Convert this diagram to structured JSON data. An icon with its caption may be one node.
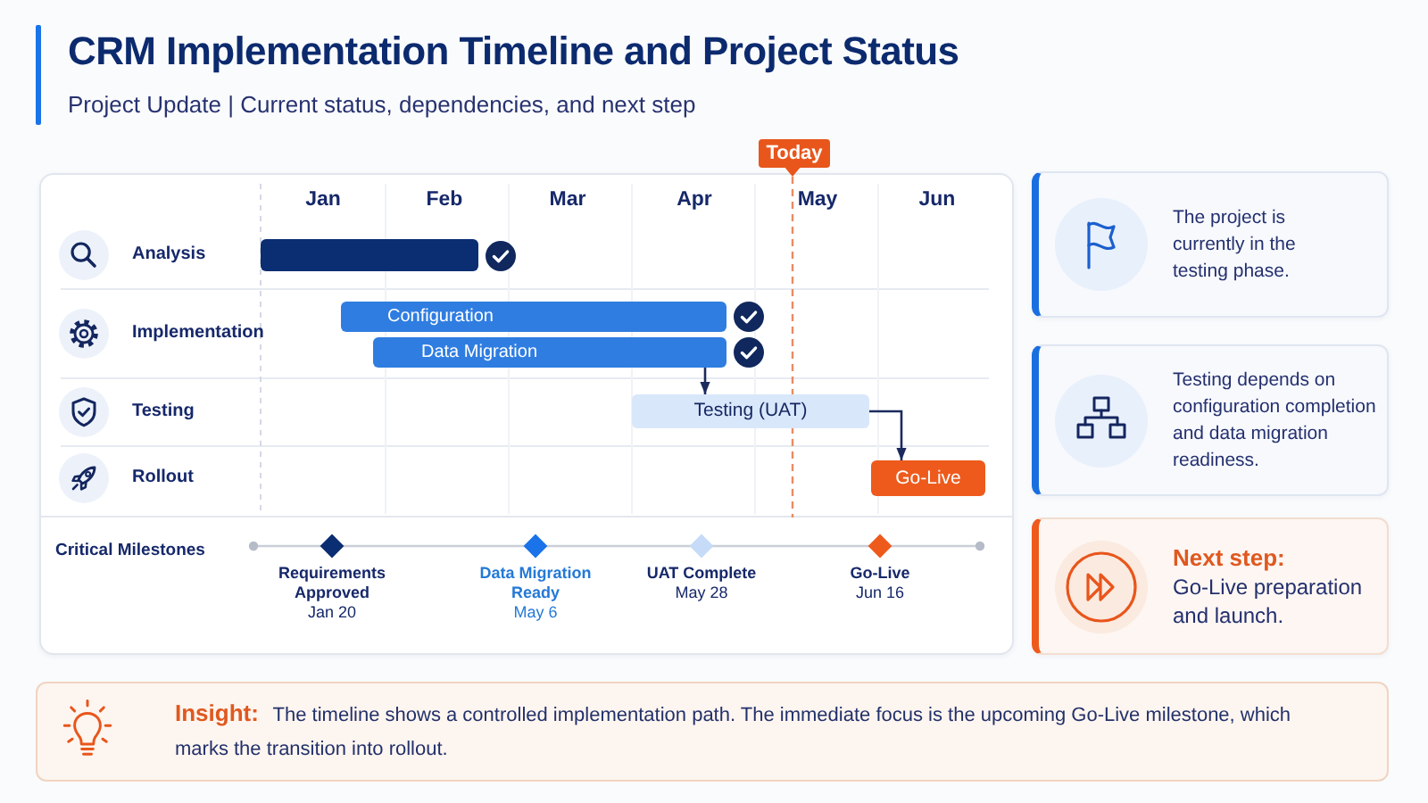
{
  "diagram": {
    "title": "CRM Implementation Timeline and Project Status",
    "nodes": [
      {
        "text": [
          "Today"
        ]
      },
      {
        "text": [],
        "shape": "bar"
      },
      {
        "text": [
          "Configuration"
        ]
      },
      {
        "text": [
          "Data Migration"
        ]
      },
      {
        "text": [
          "Testing (UAT)"
        ]
      },
      {
        "text": [
          "Go-Live"
        ]
      },
      {
        "text": [],
        "shape": "diamond",
        "beside": [
          "Requirements Approved",
          "Jan 20"
        ]
      },
      {
        "text": [],
        "shape": "diamond",
        "beside": [
          "Data Migration Ready",
          "May 6"
        ]
      },
      {
        "text": [],
        "shape": "diamond",
        "beside": [
          "UAT Complete",
          "May 28"
        ]
      },
      {
        "text": [],
        "shape": "diamond",
        "beside": [
          "Go-Live",
          "Jun 16"
        ]
      },
      {
        "text": [
          "The project is currently in the testing phase."
        ]
      },
      {
        "text": [
          "Testing depends on configuration completion and data migration readiness."
        ]
      },
      {
        "text": [
          "Next step:",
          "Go-Live preparation and launch."
        ]
      },
      {
        "text": [
          "**Insight:** The timeline shows a controlled implementation path. The immediate focus is the upcoming Go-Live milestone, which marks the transition into rollout."
        ]
      }
    ],
    "edges": [
      {
        "from": 3,
        "to": 4,
        "arrow": "to"
      },
      {
        "from": 4,
        "to": 5,
        "arrow": "to"
      }
    ],
    "labels": [
      "Project Update | Current status, dependencies, and next step",
      "Jan",
      "Feb",
      "Mar",
      "Apr",
      "May",
      "Jun",
      "Analysis",
      "Implementation",
      "Testing",
      "Rollout",
      "Critical Milestones"
    ]
  }
}
